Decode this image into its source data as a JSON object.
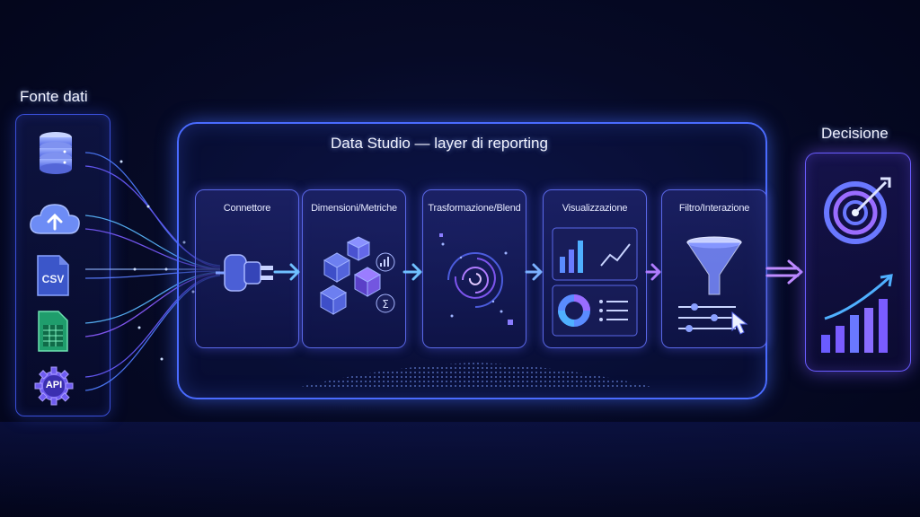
{
  "sources": {
    "title": "Fonte dati",
    "items": [
      {
        "icon": "database-icon"
      },
      {
        "icon": "cloud-upload-icon"
      },
      {
        "icon": "csv-file-icon",
        "label": "CSV"
      },
      {
        "icon": "spreadsheet-icon"
      },
      {
        "icon": "api-gear-icon",
        "label": "API"
      }
    ]
  },
  "studio": {
    "title": "Data Studio — layer di reporting",
    "stages": [
      {
        "label": "Connettore",
        "icon": "plug-connector-icon"
      },
      {
        "label": "Dimensioni/Metriche",
        "icon": "cubes-metrics-icon"
      },
      {
        "label": "Trasformazione/Blend",
        "icon": "swirl-transform-icon"
      },
      {
        "label": "Visualizzazione",
        "icon": "charts-dashboard-icon"
      },
      {
        "label": "Filtro/Interazione",
        "icon": "funnel-filter-icon"
      }
    ]
  },
  "decision": {
    "title": "Decisione",
    "icons": [
      "target-arrow-icon",
      "growth-bar-chart-icon"
    ]
  },
  "colors": {
    "accent": "#4a6bff",
    "purple": "#7a5cff",
    "cyan": "#5ab8ff",
    "background": "#050826"
  }
}
